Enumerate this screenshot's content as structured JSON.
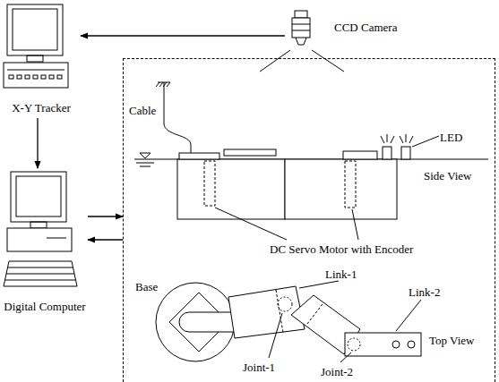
{
  "diagram": {
    "nodes": [
      {
        "text": [
          "X-Y Tracker"
        ]
      },
      {
        "text": [
          "CCD Camera"
        ]
      },
      {
        "text": [
          "Cable",
          "LED",
          "Side View",
          "DC Servo Motor with Encoder",
          "Base",
          "Link-1",
          "Link-2",
          "Top View",
          "Joint-1",
          "Joint-2"
        ]
      },
      {
        "text": [
          "Digital Computer"
        ]
      }
    ],
    "edges": [
      {
        "from": 1,
        "to": 0,
        "arrow": "to"
      },
      {
        "from": 0,
        "to": 3,
        "arrow": "to"
      },
      {
        "from": 3,
        "to": 2,
        "arrow": "to"
      },
      {
        "from": 2,
        "to": 3,
        "arrow": "to"
      }
    ]
  }
}
